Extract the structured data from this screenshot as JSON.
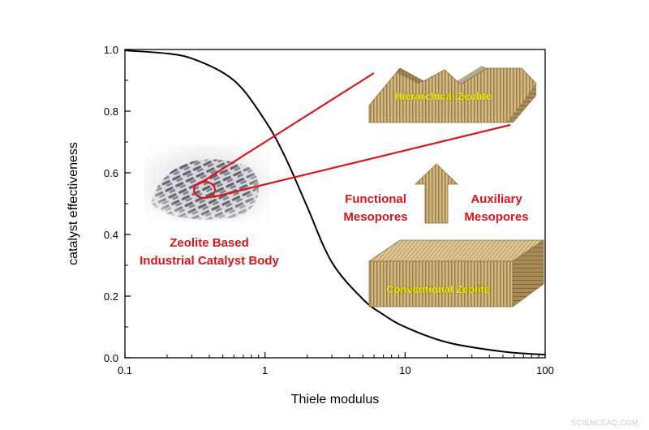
{
  "chart_data": {
    "type": "line",
    "xlabel": "Thiele modulus",
    "ylabel": "catalyst effectiveness",
    "x_scale": "log",
    "xlim": [
      0.1,
      100
    ],
    "ylim": [
      0.0,
      1.0
    ],
    "x_ticks": [
      "0.1",
      "1",
      "10",
      "100"
    ],
    "y_ticks": [
      "0.0",
      "0.2",
      "0.4",
      "0.6",
      "0.8",
      "1.0"
    ],
    "grid": false,
    "series": [
      {
        "x": [
          0.1,
          0.2,
          0.3,
          0.5,
          0.7,
          1.0,
          1.2,
          1.5,
          2.0,
          3.0,
          5.0,
          7.0,
          10.0,
          20.0,
          50.0,
          100.0
        ],
        "y": [
          0.997,
          0.987,
          0.971,
          0.925,
          0.869,
          0.77,
          0.71,
          0.62,
          0.49,
          0.31,
          0.19,
          0.14,
          0.1,
          0.05,
          0.02,
          0.01
        ],
        "color": "#000000"
      }
    ],
    "annotations": {
      "photo_caption": [
        "Zeolite Based",
        "Industrial Catalyst Body"
      ],
      "left_arrow_label": [
        "Functional",
        "Mesopores"
      ],
      "right_arrow_label": [
        "Auxiliary",
        "Mesopores"
      ],
      "top_block_label": "Hierarchical Zeolite",
      "bottom_block_label": "Conventional Zeolite"
    },
    "colors": {
      "annotation_red": "#d8161b",
      "block_label_yellow": "#f3f000",
      "zeolite_tan": "#c9ad73"
    }
  },
  "watermark": "SCIENCEAQ.COM"
}
